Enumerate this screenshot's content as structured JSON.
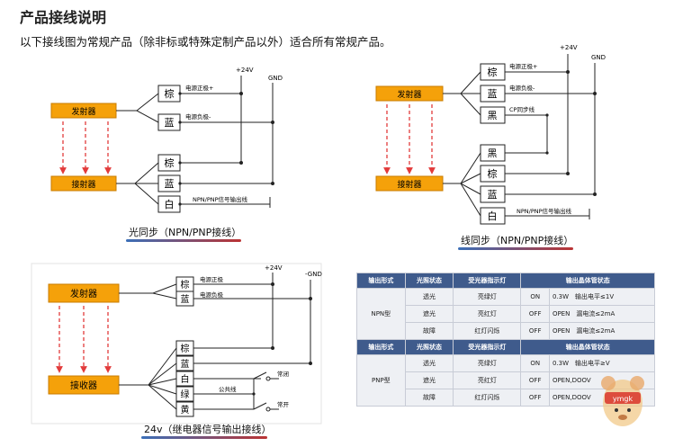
{
  "header": {
    "title": "产品接线说明",
    "subtitle": "以下接线图为常规产品（除非标或特殊定制产品以外）适合所有常规产品。"
  },
  "diagram1": {
    "caption": "光同步（NPN/PNP接线）",
    "emitter": "发射器",
    "receiver": "接射器",
    "plus24": "+24V",
    "gnd": "GND",
    "emit_wires": [
      "棕",
      "蓝"
    ],
    "emit_labels": [
      "电源正极+",
      "电源负极-"
    ],
    "recv_wires": [
      "棕",
      "蓝",
      "白"
    ],
    "signal_label": "NPN/PNP信号输出线"
  },
  "diagram2": {
    "caption": "线同步（NPN/PNP接线）",
    "emitter": "发射器",
    "receiver": "接射器",
    "plus24": "+24V",
    "gnd": "GND",
    "emit_wires": [
      "棕",
      "蓝",
      "黑"
    ],
    "emit_labels": [
      "电源正极+",
      "电源负极-",
      "CP同步线"
    ],
    "recv_wires": [
      "黑",
      "棕",
      "蓝",
      "白"
    ],
    "signal_label": "NPN/PNP信号输出线"
  },
  "diagram3": {
    "caption": "24v（继电器信号输出接线）",
    "emitter": "发射器",
    "receiver": "接收器",
    "plus24": "+24V",
    "gnd": "-GND",
    "emit_wires": [
      "棕",
      "蓝"
    ],
    "emit_labels": [
      "电源正极",
      "电源负极"
    ],
    "recv_wires": [
      "棕",
      "蓝",
      "白",
      "绿",
      "黄"
    ],
    "common_label": "公共线",
    "nc_label": "常闭",
    "no_label": "常开"
  },
  "table": {
    "blocks": [
      {
        "headers": [
          "输出形式",
          "光照状态",
          "受光器指示灯",
          "输出晶体管状态"
        ],
        "type": "NPN型",
        "rows": [
          [
            "透光",
            "亮绿灯",
            "ON",
            "0.3W　输出电平≤1V"
          ],
          [
            "遮光",
            "亮红灯",
            "OFF",
            "OPEN　漏电流≤2mA"
          ],
          [
            "故障",
            "红灯闪烁",
            "OFF",
            "OPEN　漏电流≤2mA"
          ]
        ]
      },
      {
        "headers": [
          "输出形式",
          "光照状态",
          "受光器指示灯",
          "输出晶体管状态"
        ],
        "type": "PNP型",
        "rows": [
          [
            "透光",
            "亮绿灯",
            "ON",
            "0.3W　输出电平≥V"
          ],
          [
            "遮光",
            "亮红灯",
            "OFF",
            "OPEN,DOOV"
          ],
          [
            "故障",
            "红灯闪烁",
            "OFF",
            "OPEN,DOOV"
          ]
        ]
      }
    ]
  },
  "watermark": {
    "text": "ymgk"
  },
  "colors": {
    "sensor_fill": "#f5a10a",
    "sensor_border": "#c97c00",
    "beam": "#e23b3b",
    "wire": "#222222",
    "table_header": "#3f5b8c",
    "table_cell": "#eef0f4"
  }
}
